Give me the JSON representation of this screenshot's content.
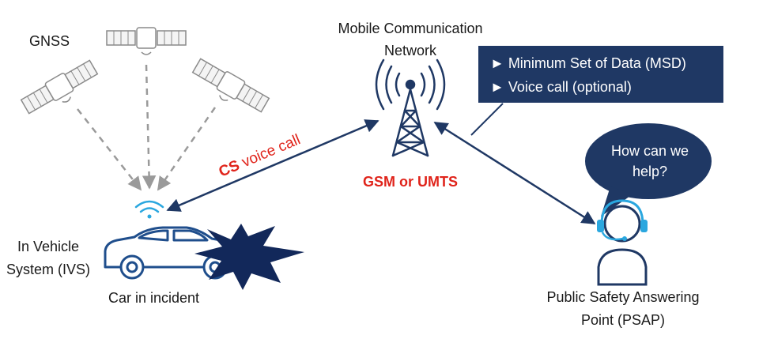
{
  "gnss_label": "GNSS",
  "network": {
    "label_line1": "Mobile Communication",
    "label_line2": "Network",
    "tech": "GSM or UMTS"
  },
  "msd_box": {
    "items": [
      "► Minimum Set of Data (MSD)",
      "► Voice call (optional)"
    ]
  },
  "cs_call": {
    "bold": "CS",
    "rest": " voice call"
  },
  "ivs": {
    "line1": "In Vehicle",
    "line2": "System (IVS)",
    "car_caption": "Car in incident"
  },
  "psap": {
    "bubble_line1": "How can we",
    "bubble_line2": "help?",
    "line1": "Public Safety Answering",
    "line2": "Point (PSAP)"
  },
  "colors": {
    "navy": "#1f3864",
    "blue": "#1f4e8c",
    "red": "#e0241b",
    "cyan": "#2aa7df",
    "gray": "#9a9a9a"
  }
}
